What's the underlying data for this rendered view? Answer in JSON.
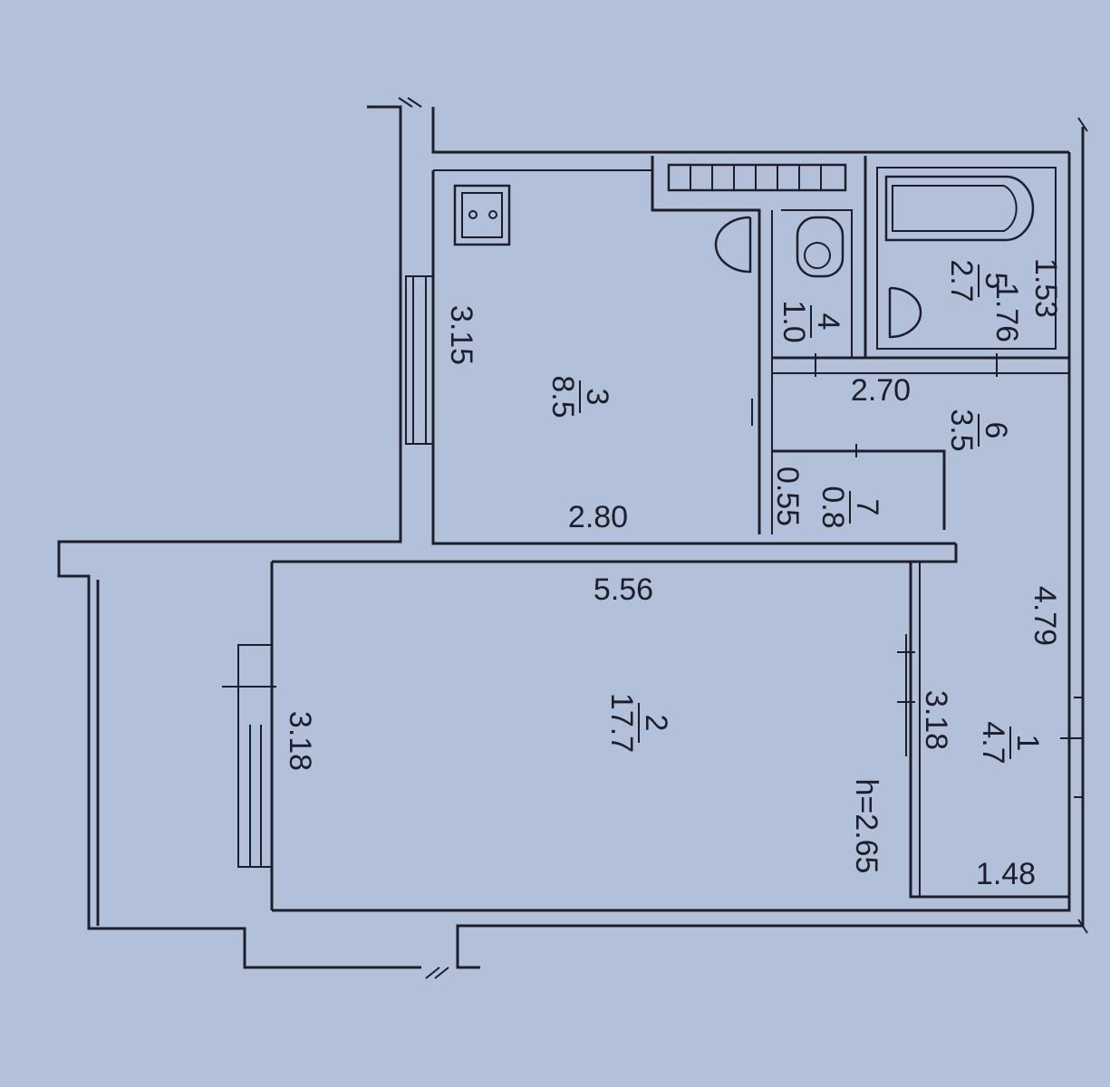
{
  "rooms": [
    {
      "number": "1",
      "area": "4.7"
    },
    {
      "number": "2",
      "area": "17.7"
    },
    {
      "number": "3",
      "area": "8.5"
    },
    {
      "number": "4",
      "area": "1.0"
    },
    {
      "number": "5",
      "area": "2.7"
    },
    {
      "number": "6",
      "area": "3.5"
    },
    {
      "number": "7",
      "area": "0.8"
    }
  ],
  "dimensions": {
    "kitchen_length": "3.15",
    "kitchen_width": "2.80",
    "living_length": "5.56",
    "living_window_wall": "3.18",
    "living_hall_wall": "3.18",
    "hall_length": "4.79",
    "hall_width": "1.48",
    "corridor_length": "2.70",
    "closet_width": "0.55",
    "bath_width": "1.53",
    "bath_length": "1.76"
  },
  "ceiling_height": "h=2.65",
  "colors": {
    "paper": "#b3c0d9",
    "ink": "#1c1f2b"
  }
}
